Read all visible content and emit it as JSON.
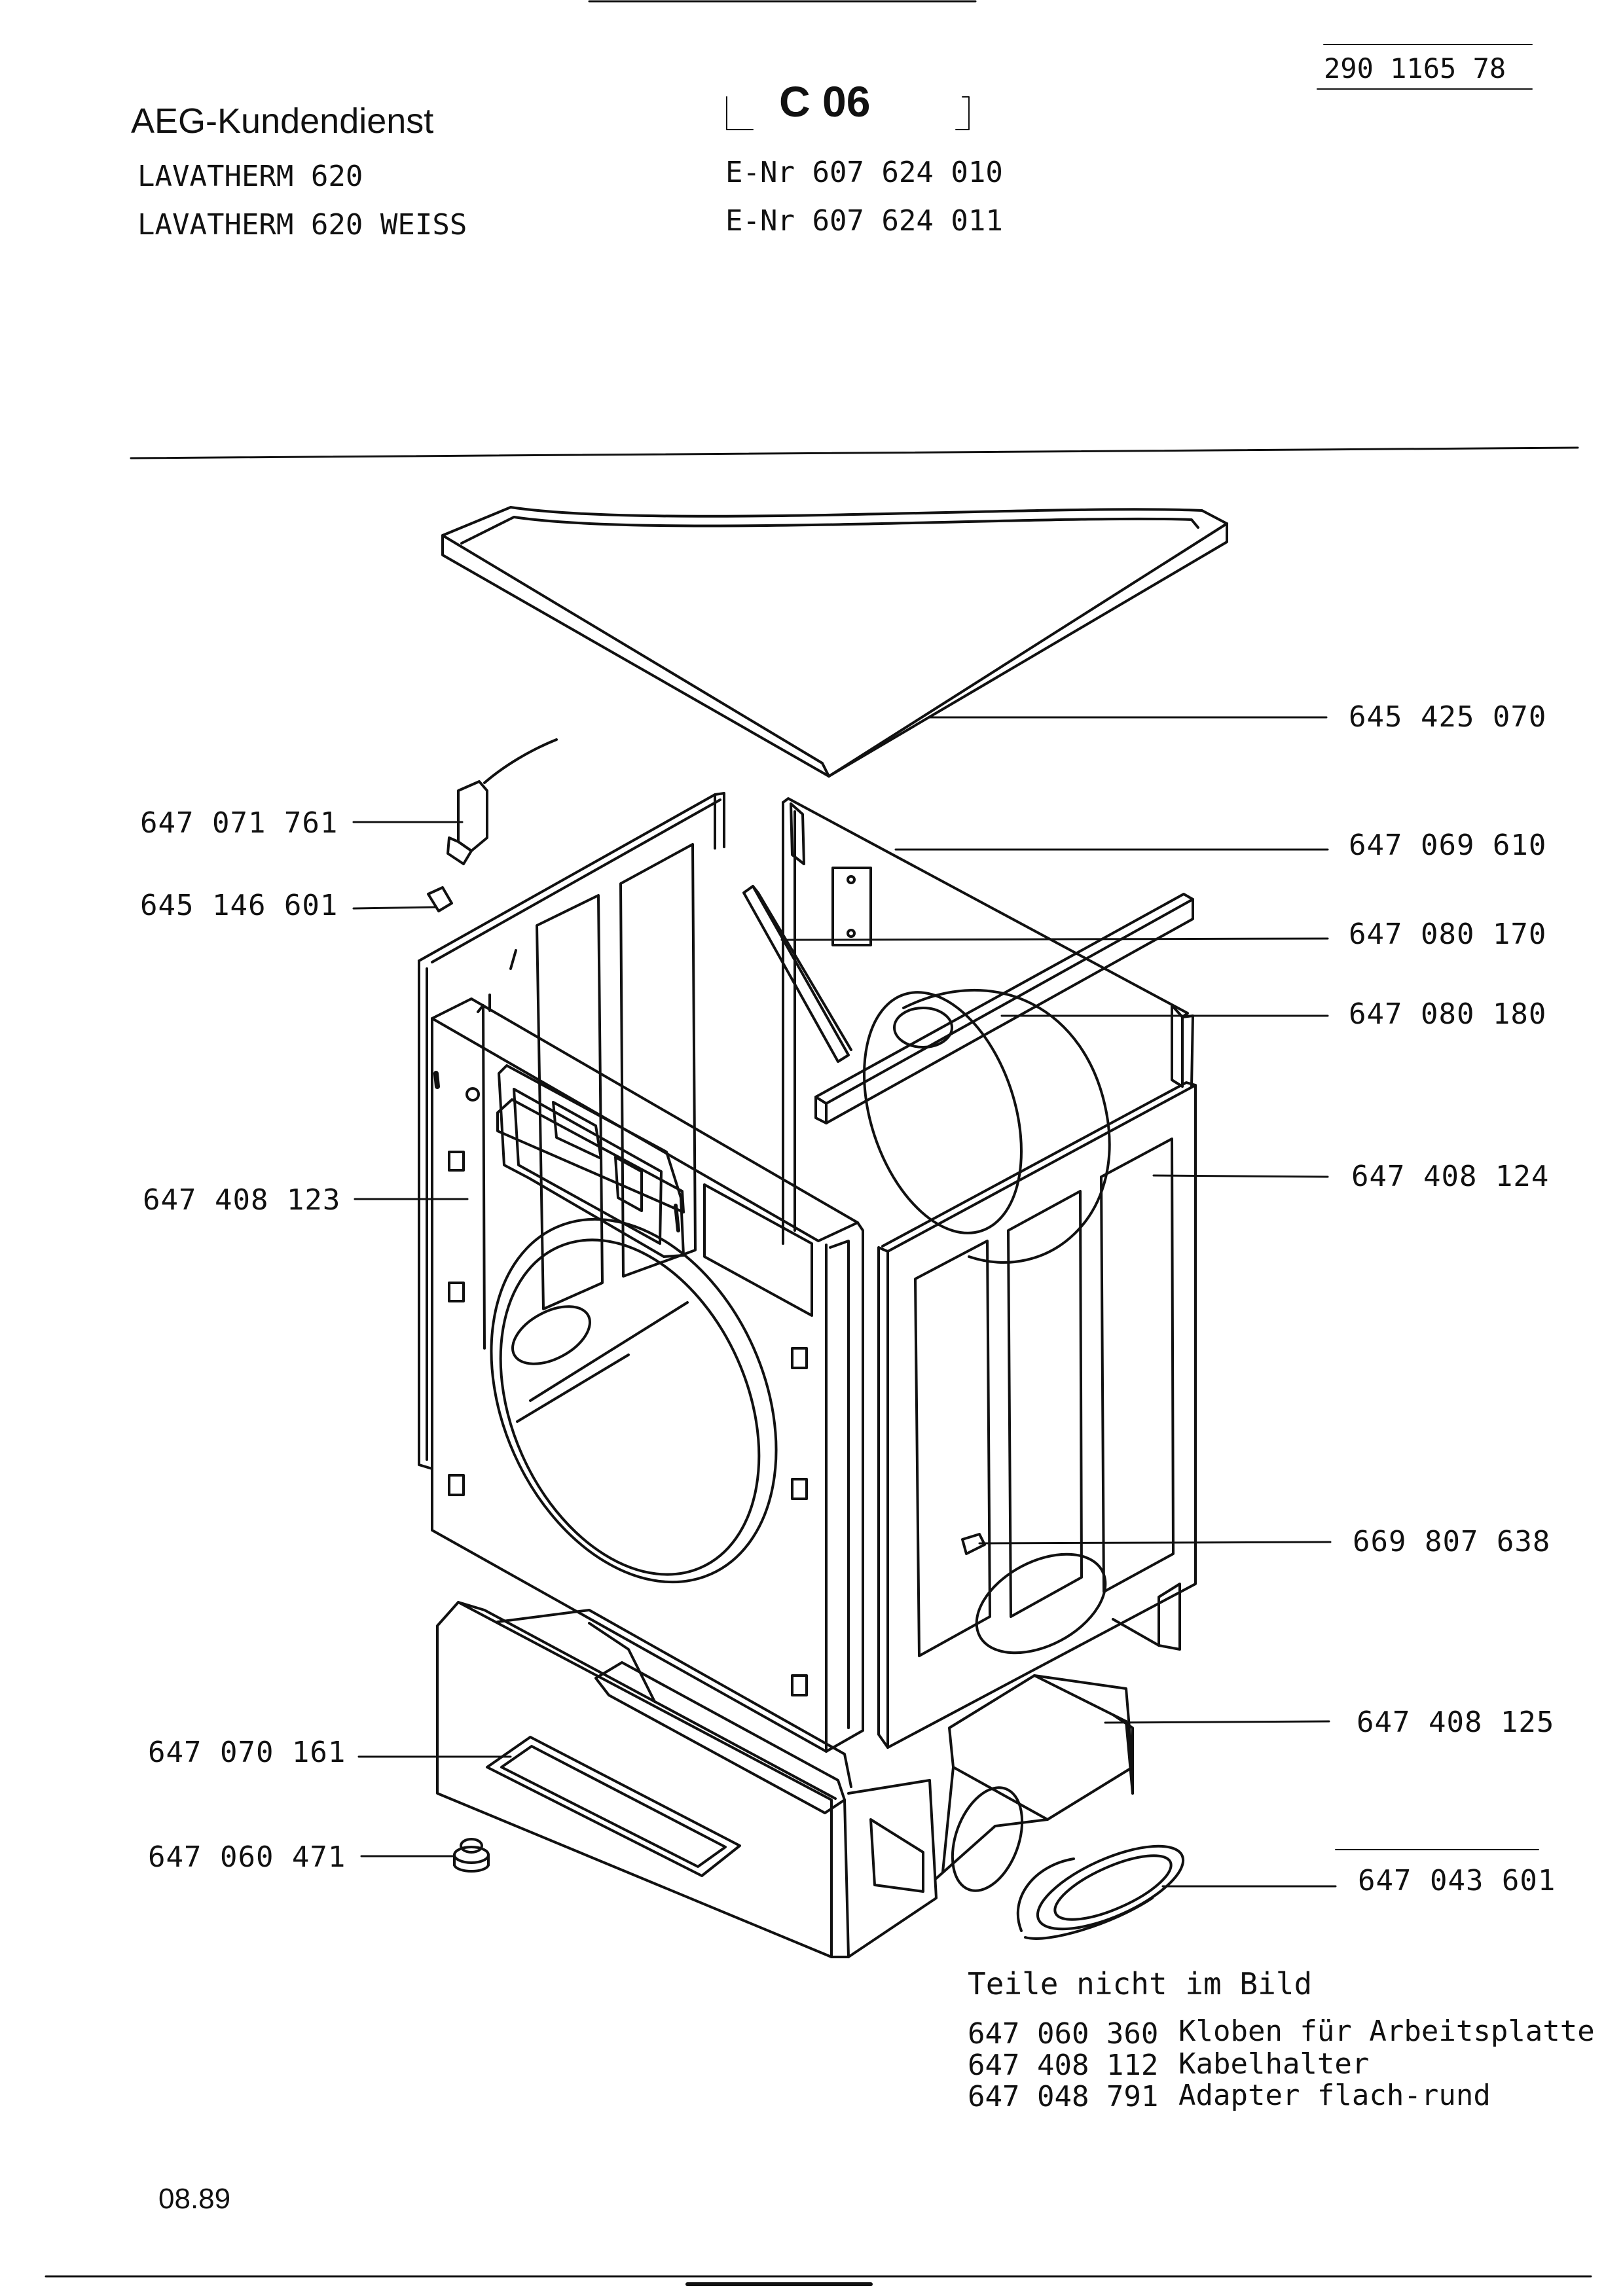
{
  "header": {
    "brand": "AEG-Kundendienst",
    "models": [
      "LAVATHERM 620",
      "LAVATHERM 620 WEISS"
    ],
    "e_numbers": [
      "E-Nr 607 624 010",
      "E-Nr 607 624 011"
    ],
    "section": "C 06",
    "document_number": "290 1165 78"
  },
  "parts": [
    "645 425 070",
    "647 071 761",
    "647 069 610",
    "645 146 601",
    "647 080 170",
    "647 080 180",
    "647 408 123",
    "647 408 124",
    "669 807 638",
    "647 070 161",
    "647 408 125",
    "647 060 471",
    "647 043 601"
  ],
  "not_pictured": {
    "title": "Teile nicht im Bild",
    "items": [
      {
        "number": "647 060 360",
        "description": "Kloben für Arbeitsplatte"
      },
      {
        "number": "647 408 112",
        "description": "Kabelhalter"
      },
      {
        "number": "647 048 791",
        "description": "Adapter flach-rund"
      }
    ]
  },
  "footer": {
    "date": "08.89"
  }
}
